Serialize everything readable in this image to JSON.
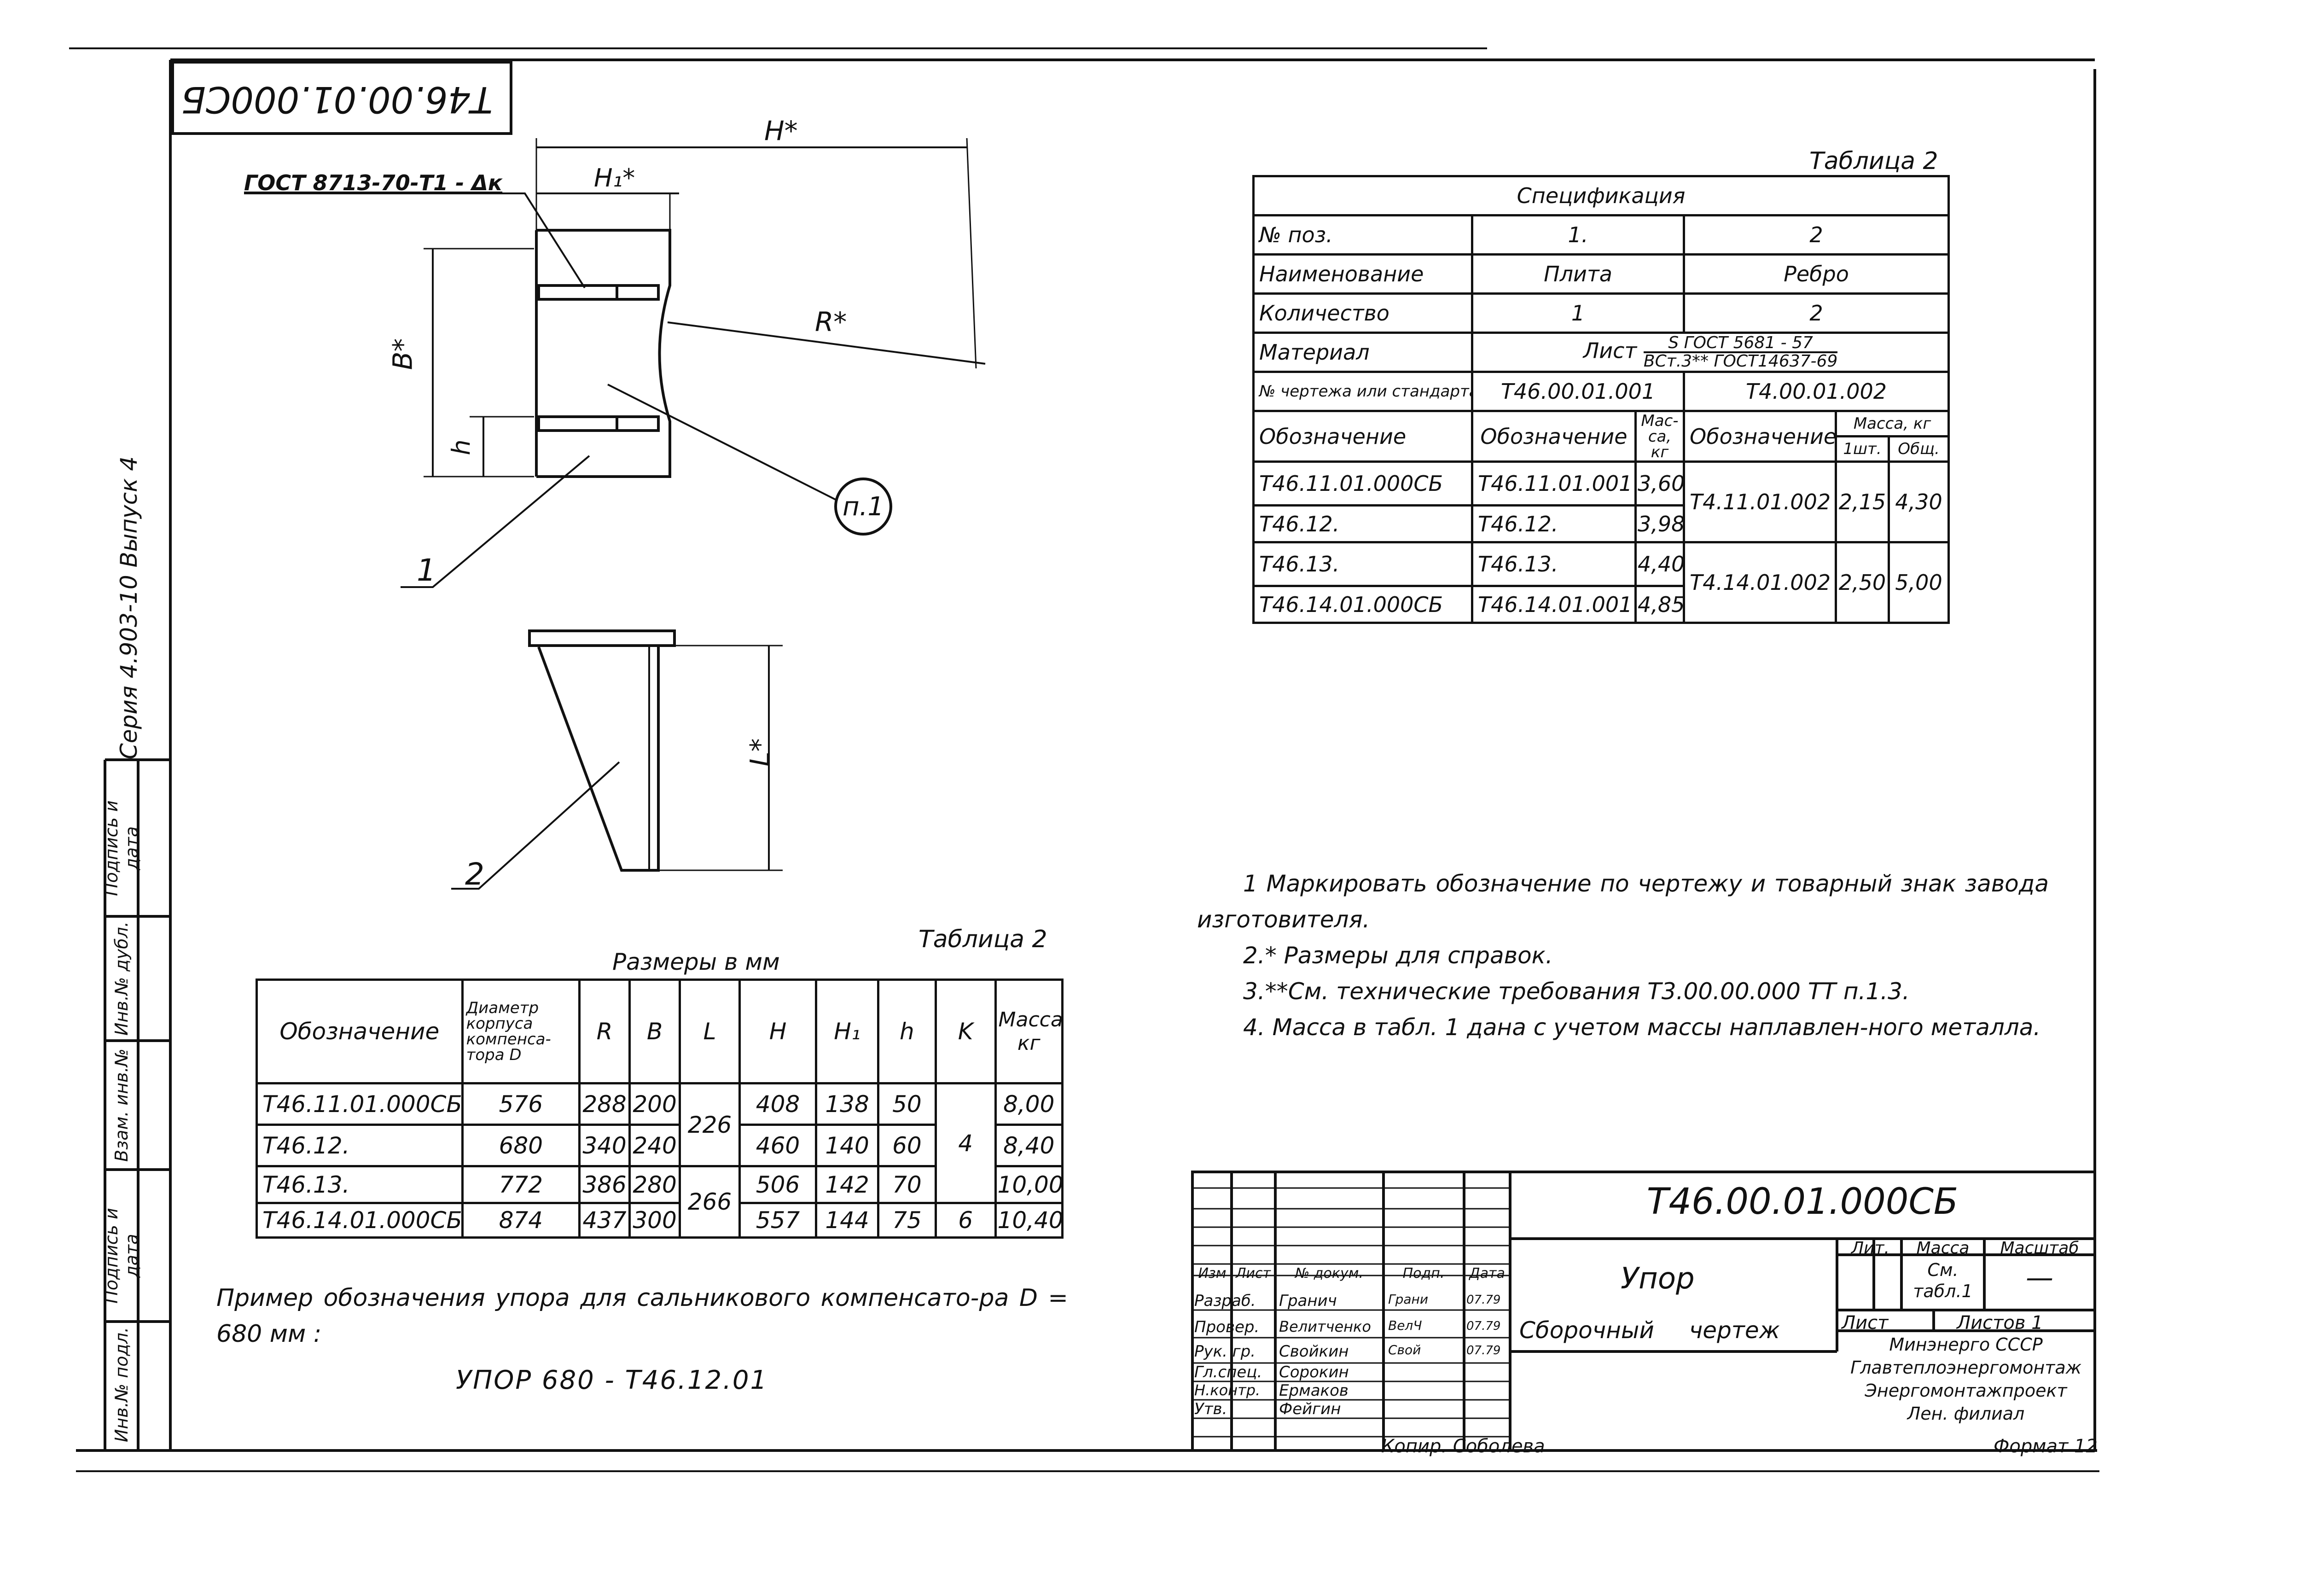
{
  "doc_code": "Т46.00.01.000СБ",
  "sheet_code_rotated": "Т46.00.01.000СБ",
  "series_note": "Серия 4.903-10 Выпуск 4",
  "stamp_margin": [
    "Инв.№ подл.",
    "Подпись и дата",
    "Взам. инв.№",
    "Инв.№ дубл.",
    "Подпись и дата"
  ],
  "drawing": {
    "gost_label": "ГОСТ 8713-70-Т1 - Δк",
    "dim_H": "H*",
    "dim_H1": "H₁*",
    "dim_B": "B*",
    "dim_R": "R*",
    "dim_h": "h",
    "dim_L": "L*",
    "callout_p1": "п.1",
    "pos1": "1",
    "pos2": "2"
  },
  "spec_table": {
    "caption": "Таблица 2",
    "title": "Спецификация",
    "rows": {
      "pos_label": "№ поз.",
      "pos1": "1.",
      "pos2": "2",
      "name_label": "Наименование",
      "name1": "Плита",
      "name2": "Ребро",
      "qty_label": "Количество",
      "qty1": "1",
      "qty2": "2",
      "mat_label": "Материал",
      "mat_prefix": "Лист",
      "mat_top": "S ГОСТ 5681 - 57",
      "mat_bottom": "ВСт.3** ГОСТ14637-69",
      "dwg_label": "№ чертежа или стандарта",
      "dwg1": "Т46.00.01.001",
      "dwg2": "Т4.00.01.002",
      "oboz_label": "Обозначение",
      "oboz1": "Обозначение",
      "mass_label": "Мас-са, кг",
      "oboz2": "Обозначение",
      "massa_label": "Масса, кг",
      "unit1": "1шт.",
      "unit_total": "Общ."
    },
    "data": [
      {
        "code": "Т46.11.01.000СБ",
        "plate": "Т46.11.01.001",
        "mass": "3,60"
      },
      {
        "code": "Т46.12.",
        "plate": "Т46.12.",
        "mass": "3,98"
      },
      {
        "code": "Т46.13.",
        "plate": "Т46.13.",
        "mass": "4,40"
      },
      {
        "code": "Т46.14.01.000СБ",
        "plate": "Т46.14.01.001",
        "mass": "4,85"
      }
    ],
    "rib_groups": [
      {
        "code": "Т4.11.01.002",
        "one": "2,15",
        "total": "4,30"
      },
      {
        "code": "Т4.14.01.002",
        "one": "2,50",
        "total": "5,00"
      }
    ]
  },
  "dim_table": {
    "caption": "Таблица 2",
    "subcaption": "Размеры в мм",
    "headers": [
      "Обозначение",
      "Диаметр корпуса компенса-тора D",
      "R",
      "B",
      "L",
      "H",
      "H₁",
      "h",
      "K",
      "Масса, кг"
    ],
    "rows": [
      {
        "code": "Т46.11.01.000СБ",
        "D": "576",
        "R": "288",
        "B": "200",
        "H": "408",
        "H1": "138",
        "h": "50",
        "mass": "8,00"
      },
      {
        "code": "Т46.12.",
        "D": "680",
        "R": "340",
        "B": "240",
        "H": "460",
        "H1": "140",
        "h": "60",
        "mass": "8,40"
      },
      {
        "code": "Т46.13.",
        "D": "772",
        "R": "386",
        "B": "280",
        "H": "506",
        "H1": "142",
        "h": "70",
        "mass": "10,00"
      },
      {
        "code": "Т46.14.01.000СБ",
        "D": "874",
        "R": "437",
        "B": "300",
        "H": "557",
        "H1": "144",
        "h": "75",
        "mass": "10,40"
      }
    ],
    "L_groups": [
      "226",
      "266"
    ],
    "K_groups": [
      "4",
      "6"
    ]
  },
  "example": {
    "text": "Пример обозначения упора для сальникового компенсато-ра D = 680 мм :",
    "value": "УПОР 680 - Т46.12.01"
  },
  "notes": [
    "1 Маркировать обозначение по чертежу и товарный знак завода изготовителя.",
    "2.* Размеры для справок.",
    "3.**См. технические требования Т3.00.00.000 ТТ п.1.3.",
    "4. Масса в табл. 1 дана с учетом массы наплавлен-ного металла."
  ],
  "title_block": {
    "code": "Т46.00.01.000СБ",
    "name": "Упор",
    "doc_type": "Сборочный чертеж",
    "lit_label": "Лит.",
    "mass_label": "Масса",
    "scale_label": "Масштаб",
    "mass_value": "См. табл.1",
    "scale_value": "—",
    "sheet_label": "Лист",
    "sheets_label": "Листов 1",
    "head": [
      "Изм",
      "Лист",
      "№ докум.",
      "Подп.",
      "Дата"
    ],
    "people": [
      {
        "role": "Разраб.",
        "name": "Гранич",
        "sign": "Грани",
        "date": "07.79"
      },
      {
        "role": "Провер.",
        "name": "Велитченко",
        "sign": "ВелЧ",
        "date": "07.79"
      },
      {
        "role": "Рук. гр.",
        "name": "Свойкин",
        "sign": "Свой",
        "date": "07.79"
      },
      {
        "role": "Гл.спец.",
        "name": "Сорокин",
        "sign": "",
        "date": ""
      },
      {
        "role": "Н.контр.",
        "name": "Ермаков",
        "sign": "",
        "date": ""
      },
      {
        "role": "Утв.",
        "name": "Фейгин",
        "sign": "",
        "date": ""
      }
    ],
    "org": "Минэнерго СССР\nГлавтеплоэнергомонтаж\nЭнергомонтажпроект\nЛен. филиал",
    "copier": "Копир. Соболева",
    "format": "Формат 12"
  },
  "colors": {
    "ink": "#111111",
    "paper": "#ffffff"
  }
}
